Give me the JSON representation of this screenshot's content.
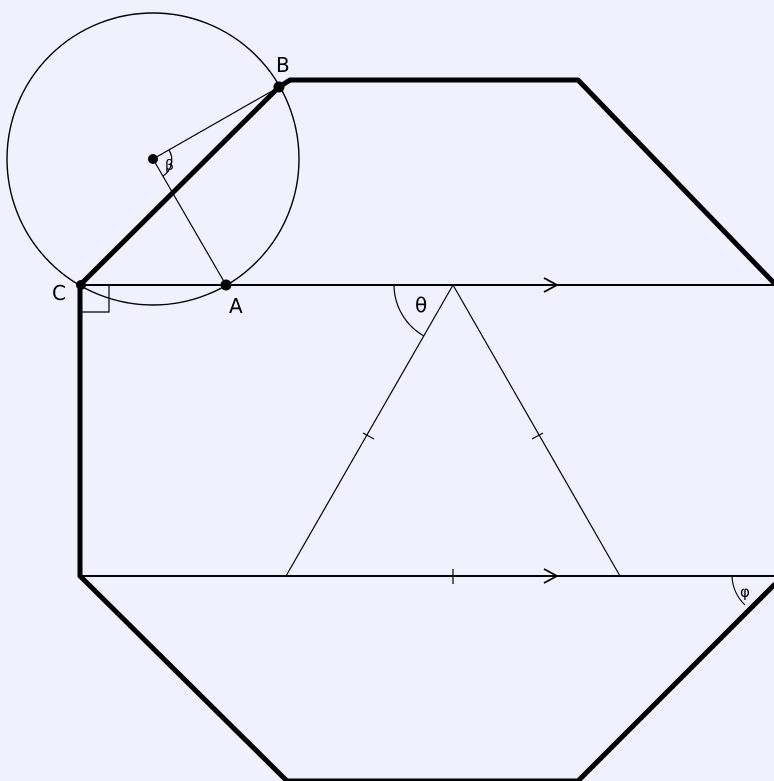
{
  "points": {
    "A": "A",
    "B": "B",
    "C": "C"
  },
  "angles": {
    "theta": "θ",
    "beta": "β",
    "phi": "φ"
  }
}
